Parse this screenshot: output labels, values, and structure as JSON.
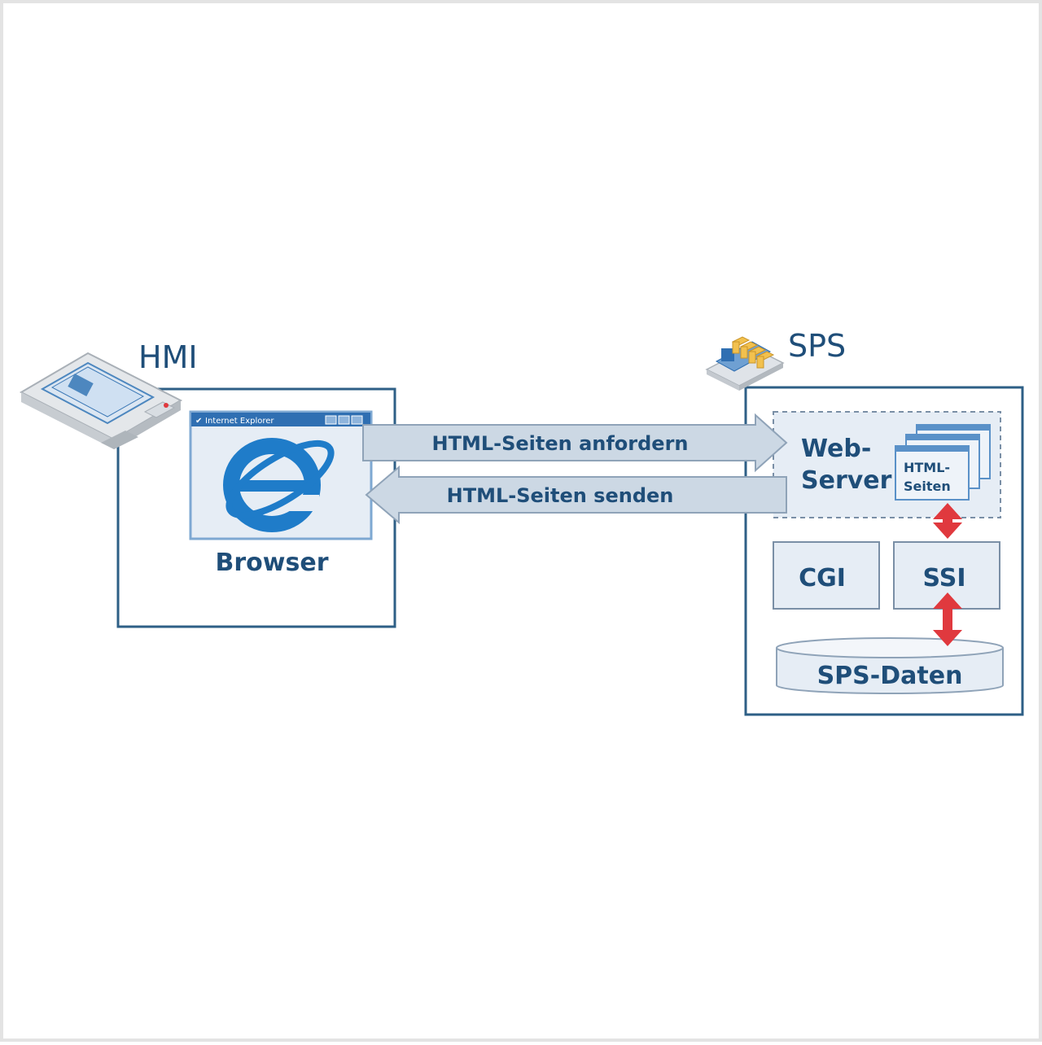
{
  "hmi": {
    "title": "HMI",
    "browser": {
      "window_title": "Internet Explorer",
      "label": "Browser"
    }
  },
  "arrows": {
    "request": "HTML-Seiten anfordern",
    "send": "HTML-Seiten senden"
  },
  "sps": {
    "title": "SPS",
    "webserver": {
      "label_line1": "Web-",
      "label_line2": "Server",
      "pages_line1": "HTML-",
      "pages_line2": "Seiten"
    },
    "cgi": "CGI",
    "ssi": "SSI",
    "data": "SPS-Daten"
  },
  "colors": {
    "dark_blue": "#1f4e79",
    "frame_blue": "#2e5f86",
    "light_fill": "#e6edf5",
    "arrow_fill": "#ccd8e4",
    "ie_blue": "#1f7cc9",
    "red": "#e0393e"
  }
}
